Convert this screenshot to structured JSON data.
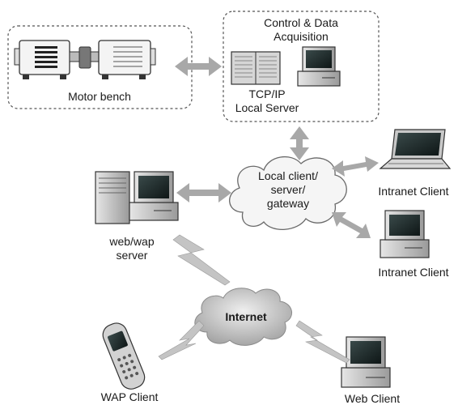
{
  "labels": {
    "motor_bench": "Motor bench",
    "control_title_1": "Control & Data",
    "control_title_2": "Acquisition",
    "tcpip_1": "TCP/IP",
    "tcpip_2": "Local Server",
    "local_client_1": "Local client/",
    "local_client_2": "server/",
    "local_client_3": "gateway",
    "intranet_client_top": "Intranet Client",
    "intranet_client_bottom": "Intranet Client",
    "web_wap_1": "web/wap",
    "web_wap_2": "server",
    "internet": "Internet",
    "wap_client": "WAP Client",
    "web_client": "Web Client"
  },
  "colors": {
    "arrow": "#a8a8a8",
    "box_border": "#555555",
    "cloud_fill": "#f2f2f2",
    "cloud_stroke": "#6a6a6a",
    "internet_cloud_fill": "#cfcfcf",
    "screen": "#1e2a2a",
    "case": "#c9c9c9"
  },
  "icons": [
    "motor-bench-icon",
    "rack-server-icon",
    "desktop-computer-icon",
    "laptop-icon",
    "tower-server-icon",
    "mobile-phone-icon",
    "lightning-link-icon",
    "cloud-icon"
  ]
}
